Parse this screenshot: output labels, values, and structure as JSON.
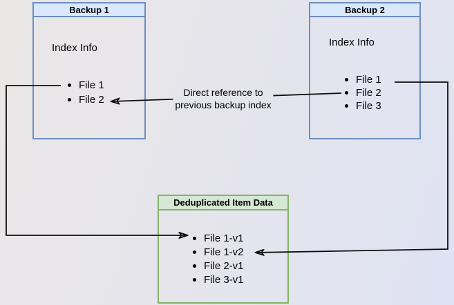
{
  "backup1": {
    "title": "Backup 1",
    "body_label": "Index Info",
    "items": [
      "File 1",
      "File 2"
    ]
  },
  "backup2": {
    "title": "Backup 2",
    "body_label": "Index Info",
    "items": [
      "File 1",
      "File 2",
      "File 3"
    ]
  },
  "dedup": {
    "title": "Deduplicated Item Data",
    "items": [
      "File 1-v1",
      "File 1-v2",
      "File 2-v1",
      "File 3-v1"
    ]
  },
  "annotation": {
    "line1": "Direct reference to",
    "line2": "previous backup index"
  },
  "colors": {
    "blue_fill": "#dae8fc",
    "blue_border": "#6c8ebf",
    "green_fill": "#d5e8d4",
    "green_border": "#82b366",
    "arrow": "#0d0d0d",
    "text": "#000000"
  }
}
